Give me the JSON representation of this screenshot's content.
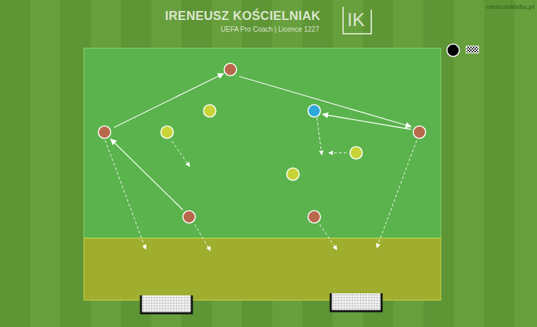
{
  "diagram": {
    "title": "IRENEUSZ KOŚCIELNIAK",
    "labels": [
      "UEFA Pro Coach | Licence 1227",
      "IK",
      "centrumklubu.pl"
    ]
  }
}
